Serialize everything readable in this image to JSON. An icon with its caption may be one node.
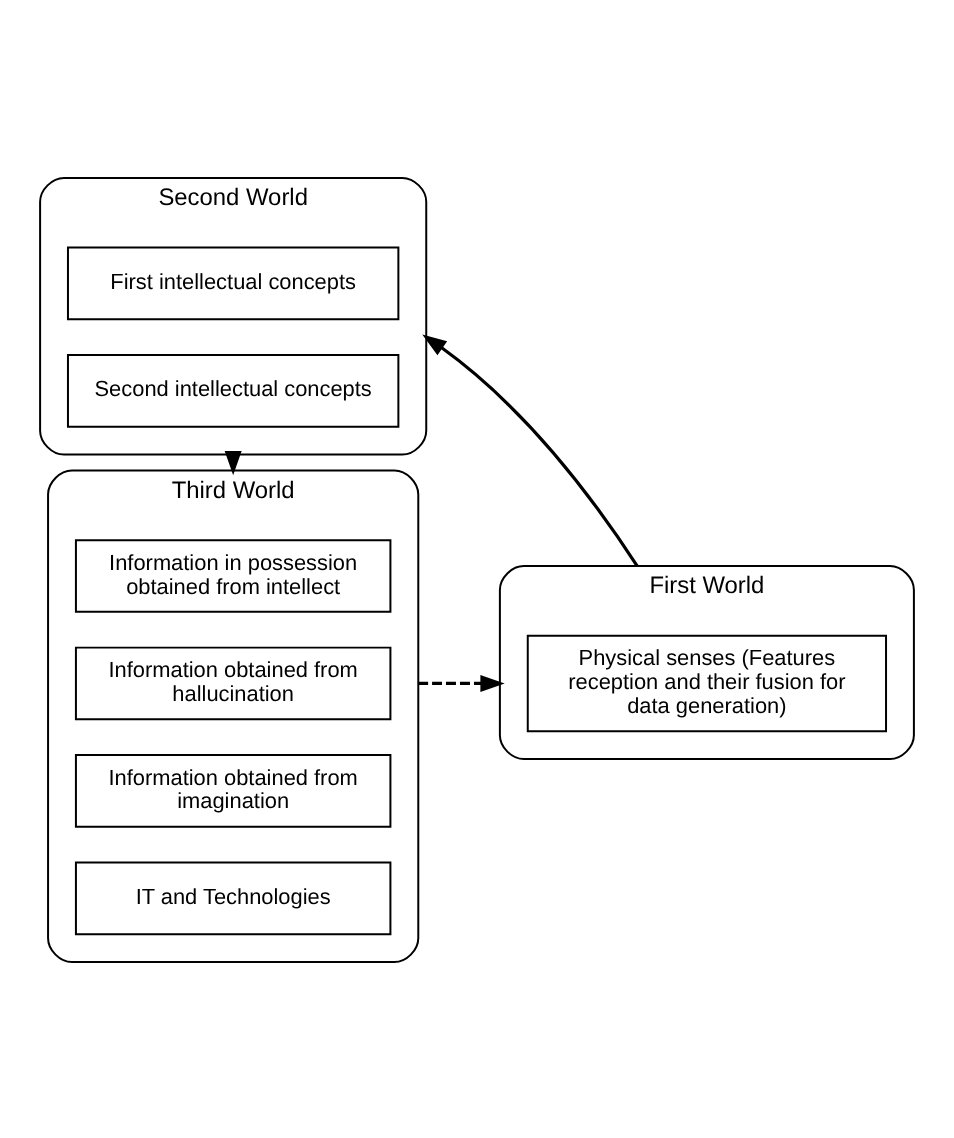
{
  "diagram": {
    "nodes": [
      {
        "text": [
          "Second World"
        ]
      },
      {
        "text": [
          "First intellectual concepts"
        ],
        "in": 0
      },
      {
        "text": [
          "Second intellectual concepts"
        ],
        "in": 0
      },
      {
        "text": [
          "First World"
        ]
      },
      {
        "text": [
          "Physical senses (Features reception and their fusion for data generation)"
        ],
        "in": 3
      },
      {
        "text": [
          "Third World"
        ]
      },
      {
        "text": [
          "Information in possession obtained from intellect"
        ],
        "in": 5
      },
      {
        "text": [
          "Information obtained from hallucination"
        ],
        "in": 5
      },
      {
        "text": [
          "Information obtained from imagination"
        ],
        "in": 5
      },
      {
        "text": [
          "IT and Technologies"
        ],
        "in": 5
      }
    ],
    "edges": [
      {
        "from": 3,
        "to": 0,
        "arrow": "to"
      },
      {
        "from": 0,
        "to": 5,
        "arrow": "to"
      },
      {
        "from": 5,
        "to": 3,
        "arrow": "to",
        "style": "dashed"
      }
    ]
  }
}
